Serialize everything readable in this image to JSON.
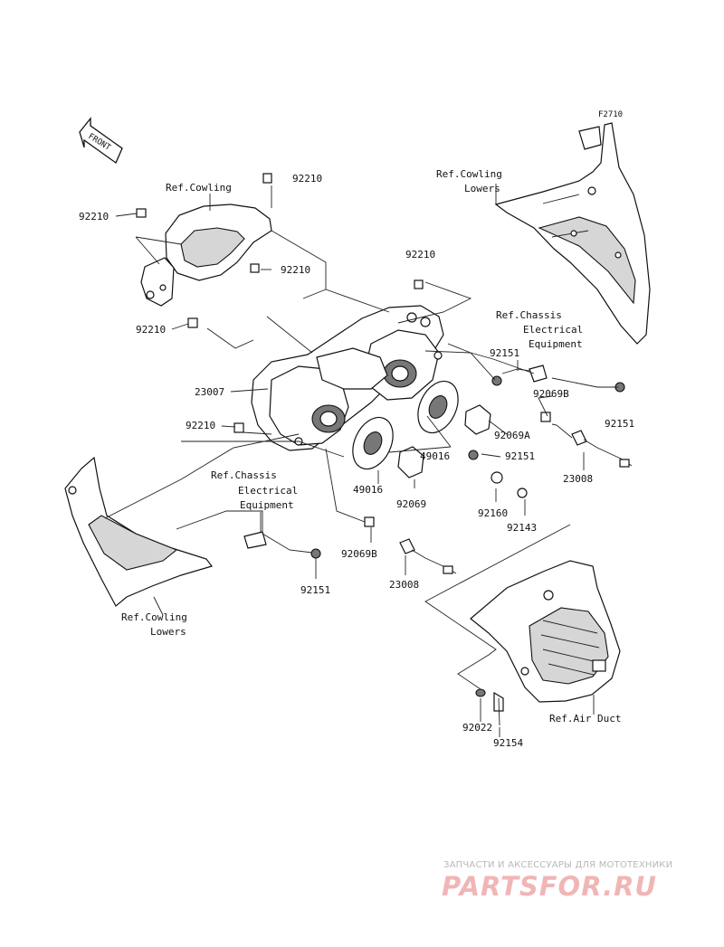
{
  "figure_code": "F2710",
  "front_marker": "FRONT",
  "labels": {
    "ref_cowling": "Ref.Cowling",
    "ref_cowling_lowers_top_1": "Ref.Cowling",
    "ref_cowling_lowers_top_2": "Lowers",
    "ref_cowling_lowers_bottom_1": "Ref.Cowling",
    "ref_cowling_lowers_bottom_2": "Lowers",
    "ref_chassis_right_1": "Ref.Chassis",
    "ref_chassis_right_2": "Electrical",
    "ref_chassis_right_3": "Equipment",
    "ref_chassis_left_1": "Ref.Chassis",
    "ref_chassis_left_2": "Electrical",
    "ref_chassis_left_3": "Equipment",
    "ref_air_duct": "Ref.Air Duct"
  },
  "part_numbers": {
    "p92210_a": "92210",
    "p92210_b": "92210",
    "p92210_c": "92210",
    "p92210_d": "92210",
    "p92210_e": "92210",
    "p92210_f": "92210",
    "p23007": "23007",
    "p92151_a": "92151",
    "p92151_b": "92151",
    "p92151_c": "92151",
    "p92151_d": "92151",
    "p92069b_a": "92069B",
    "p92069b_b": "92069B",
    "p92069a": "92069A",
    "p92069": "92069",
    "p49016_a": "49016",
    "p49016_b": "49016",
    "p23008_a": "23008",
    "p23008_b": "23008",
    "p92160": "92160",
    "p92143": "92143",
    "p92022": "92022",
    "p92154": "92154"
  },
  "watermark": {
    "caption": "ЗАПЧАСТИ И АКСЕССУАРЫ ДЛЯ МОТОТЕХНИКИ",
    "logo": "PARTSFOR.RU"
  }
}
